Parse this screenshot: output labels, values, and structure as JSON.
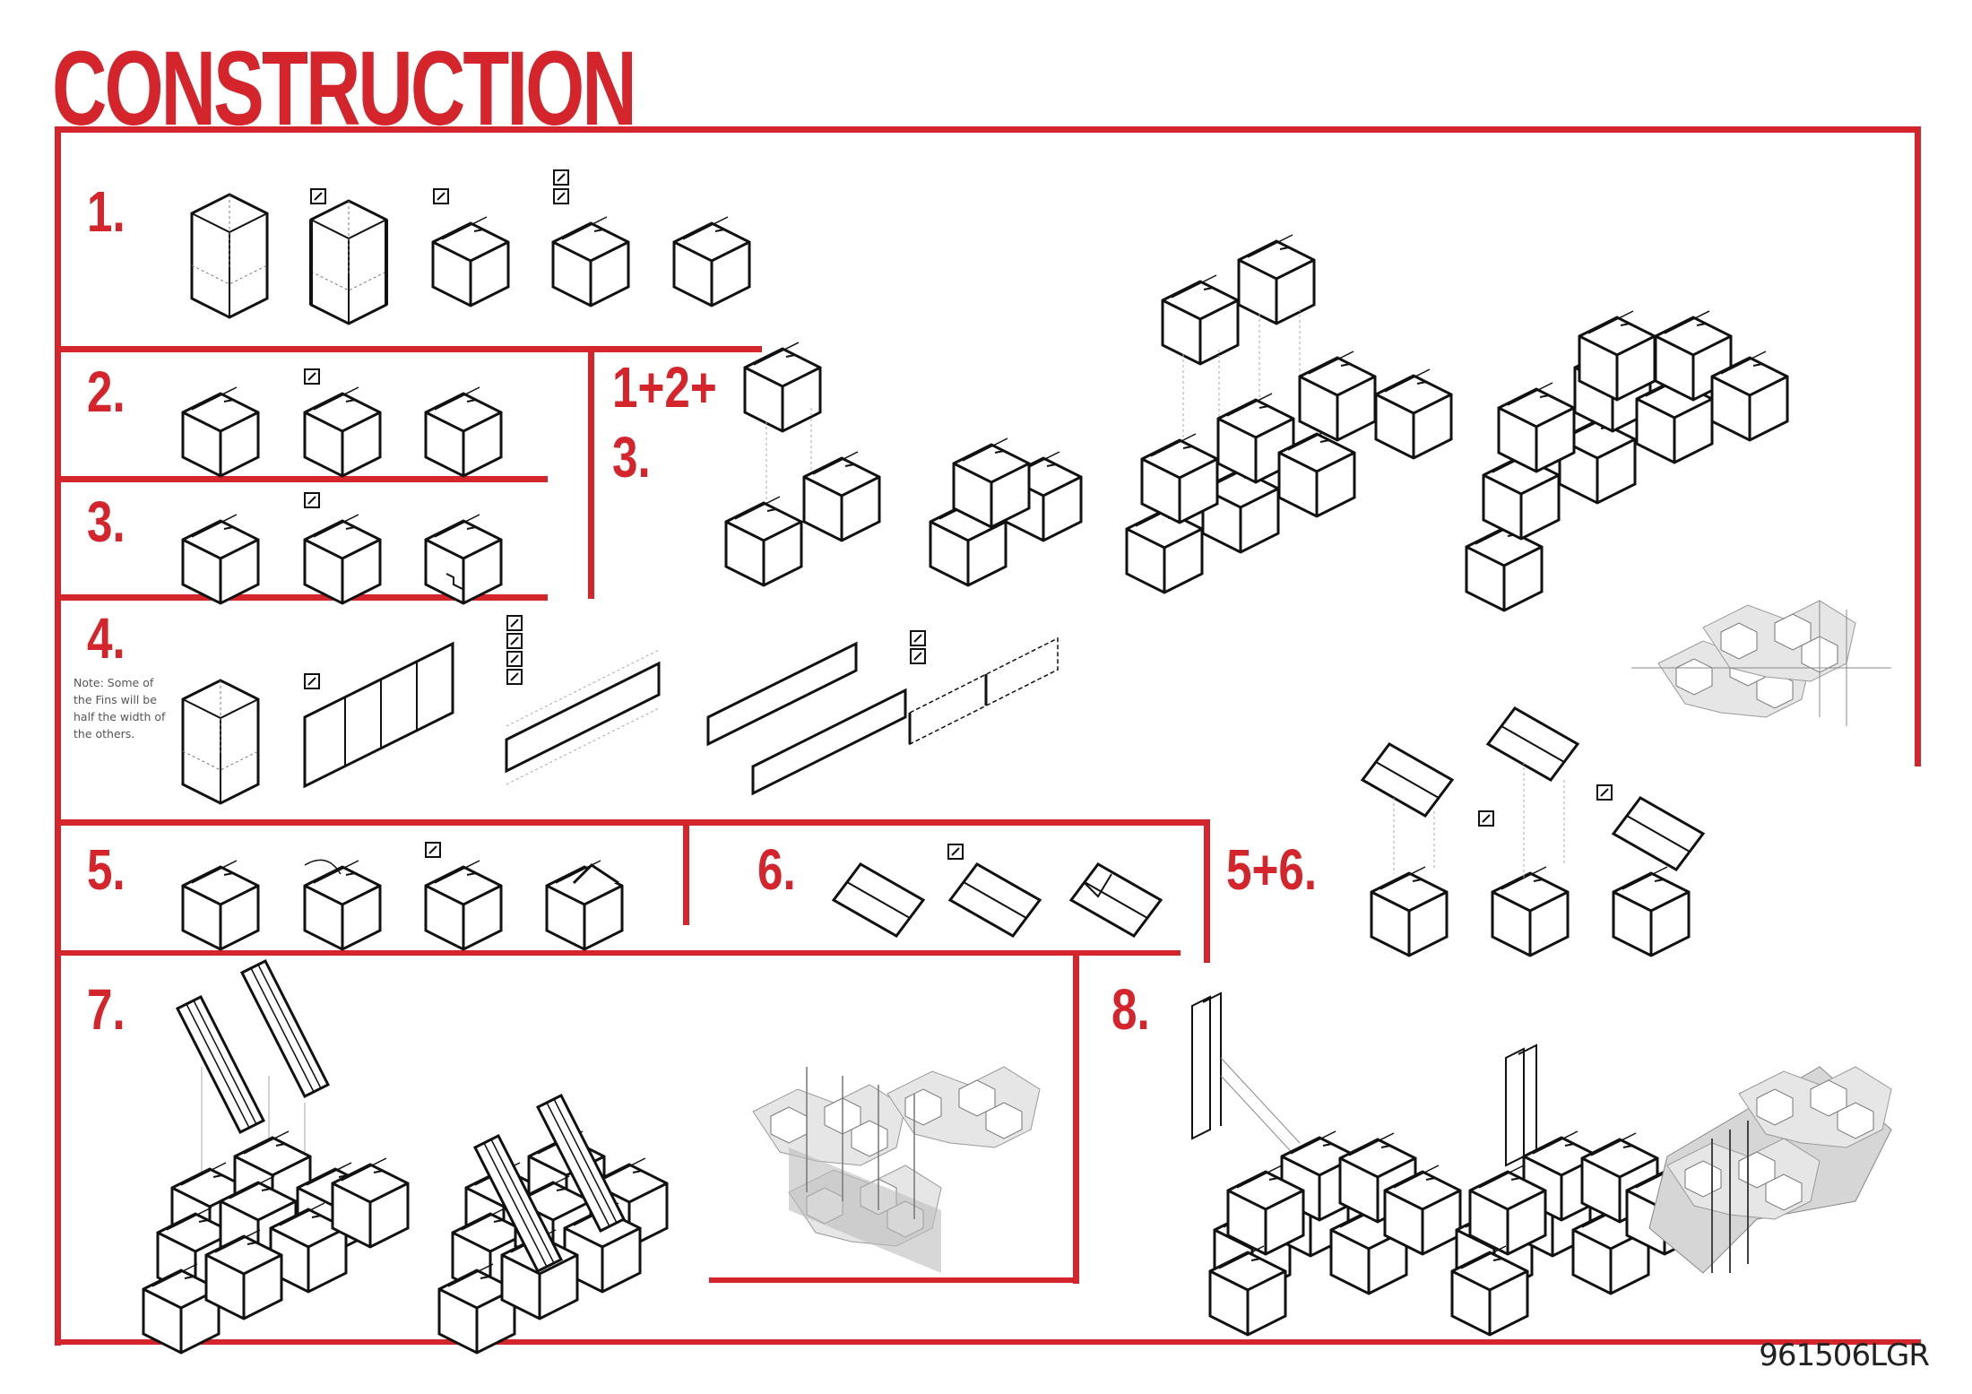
{
  "header": {
    "title": "CONSTRUCTION"
  },
  "steps": {
    "s1": "1.",
    "s2": "2.",
    "s3": "3.",
    "s123a": "1+2+",
    "s123b": "3.",
    "s4": "4.",
    "s5": "5.",
    "s6": "6.",
    "s56": "5+6.",
    "s7": "7.",
    "s8": "8."
  },
  "note": "Note: Some of the Fins will be half the width of the others.",
  "footer": {
    "code": "961506LGR"
  },
  "colors": {
    "accent": "#d3252b",
    "line": "#111111",
    "render_shade": "#bdbdbd"
  },
  "icons": [
    "box-diagram-icon",
    "tape-icon",
    "pencil-icon",
    "check-icon",
    "cube-assembly-icon",
    "fin-panel-icon",
    "render-model-icon"
  ]
}
